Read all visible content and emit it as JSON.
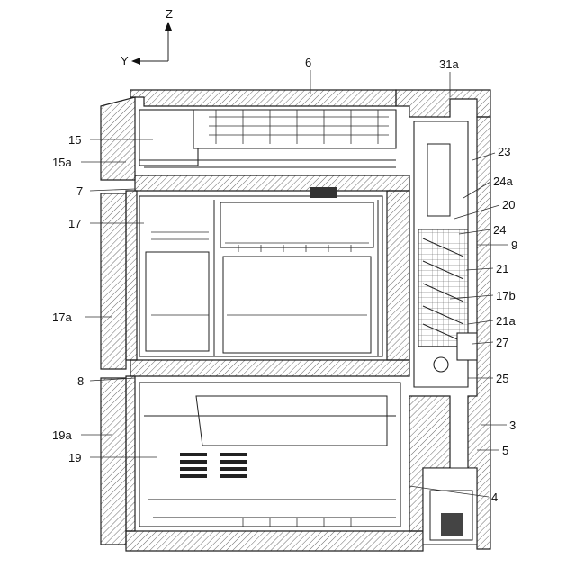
{
  "axes": {
    "z": "Z",
    "y": "Y"
  },
  "labels": {
    "l6": "6",
    "l31a": "31a",
    "l15": "15",
    "l15a": "15a",
    "l23": "23",
    "l24a": "24a",
    "l7": "7",
    "l20": "20",
    "l17": "17",
    "l24": "24",
    "l9": "9",
    "l21": "21",
    "l17b": "17b",
    "l17a": "17a",
    "l21a": "21a",
    "l27": "27",
    "l8": "8",
    "l25": "25",
    "l3": "3",
    "l19a": "19a",
    "l5": "5",
    "l19": "19",
    "l4": "4"
  }
}
